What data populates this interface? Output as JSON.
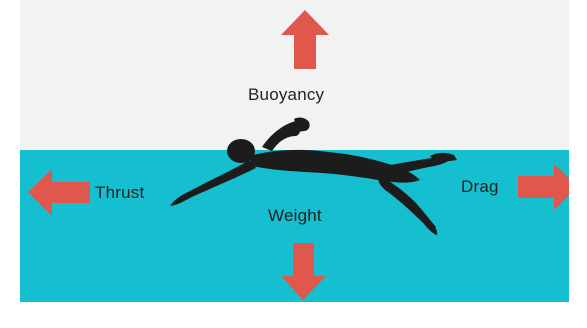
{
  "diagram": {
    "forces": {
      "buoyancy": "Buoyancy",
      "thrust": "Thrust",
      "weight": "Weight",
      "drag": "Drag"
    },
    "colors": {
      "arrow": "#e0584b",
      "water": "#15bfd0",
      "air": "#f2f2f2",
      "swimmer": "#1c1c1c"
    }
  }
}
